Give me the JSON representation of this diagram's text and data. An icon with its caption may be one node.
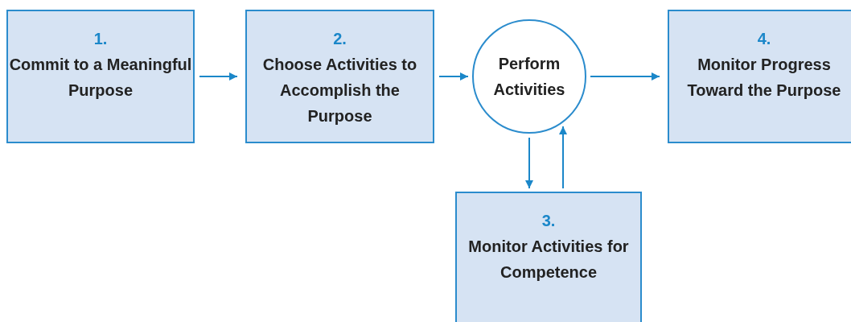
{
  "diagram": {
    "nodes": [
      {
        "text": [
          "1.",
          "Commit to a Meaningful Purpose"
        ]
      },
      {
        "text": [
          "2.",
          "Choose Activities to Accomplish the Purpose"
        ]
      },
      {
        "text": [
          "Perform Activities"
        ]
      },
      {
        "text": [
          "4.",
          "Monitor Progress Toward the Purpose"
        ]
      },
      {
        "text": [
          "3.",
          "Monitor Activities for Competence"
        ]
      }
    ],
    "edges": [
      {
        "from": 0,
        "to": 1,
        "arrow": "to"
      },
      {
        "from": 1,
        "to": 2,
        "arrow": "to"
      },
      {
        "from": 2,
        "to": 3,
        "arrow": "to"
      },
      {
        "from": 2,
        "to": 4,
        "arrow": "to"
      },
      {
        "from": 4,
        "to": 2,
        "arrow": "to"
      }
    ]
  }
}
